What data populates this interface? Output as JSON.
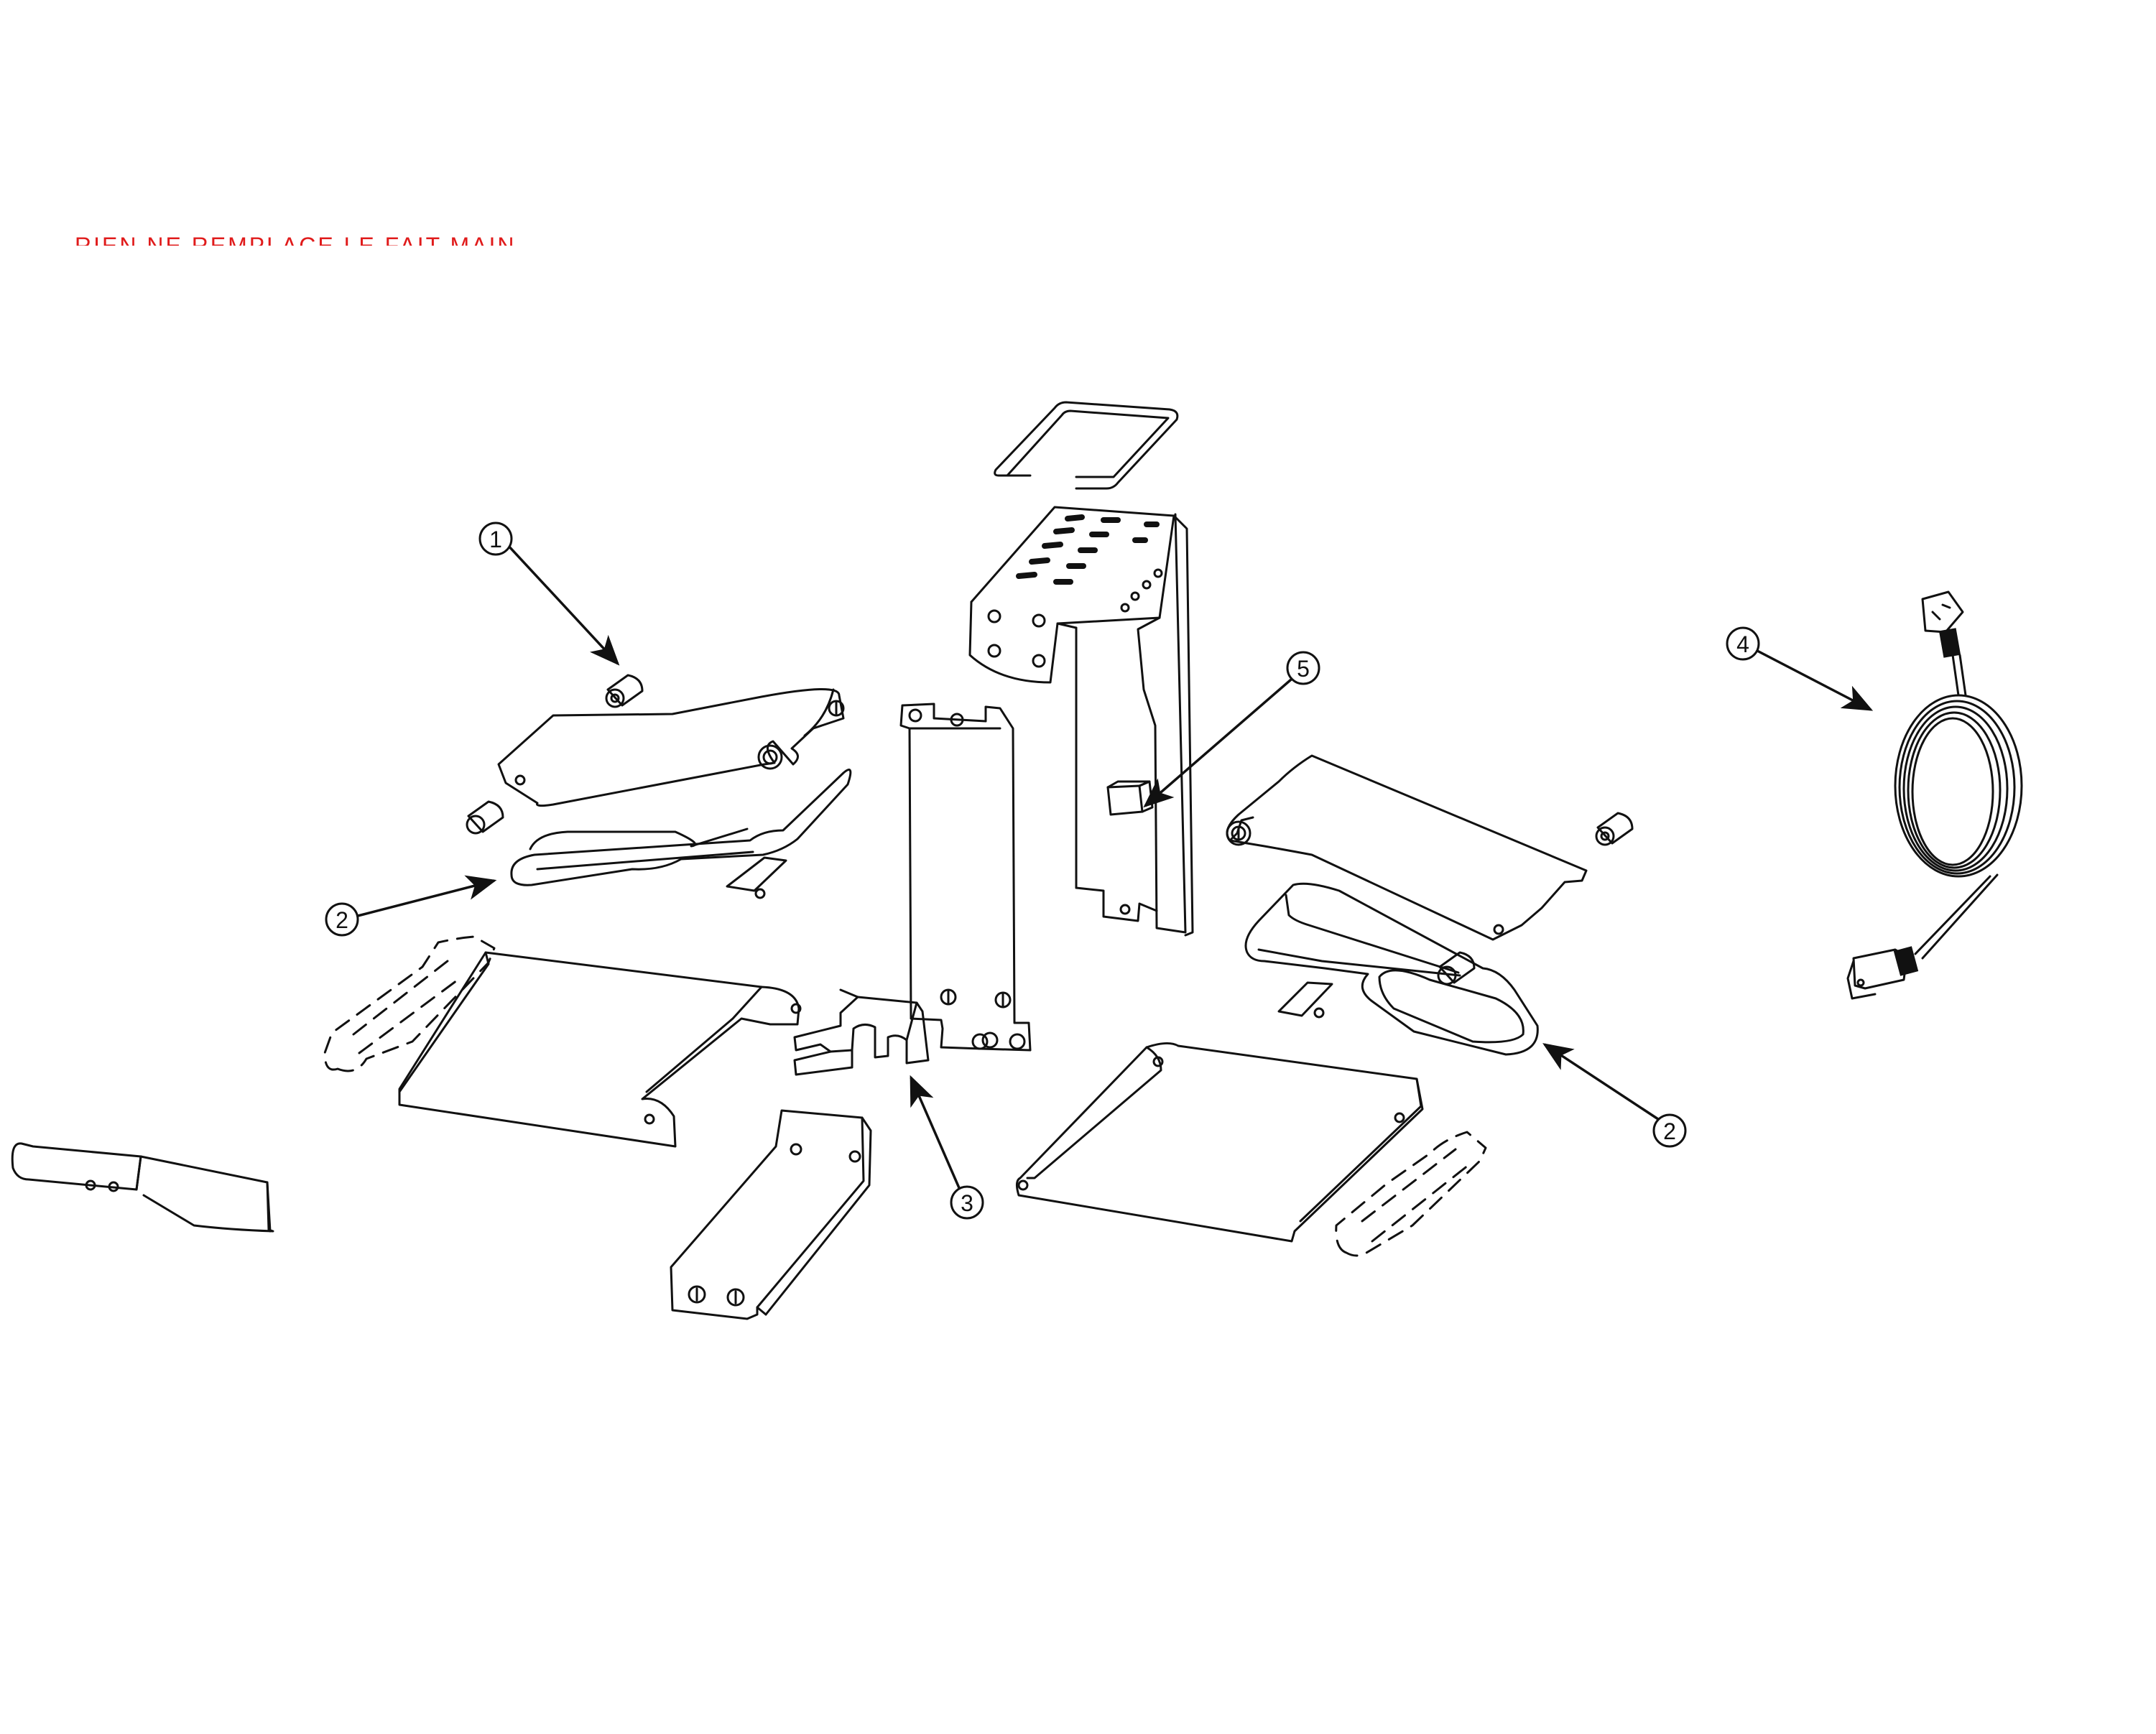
{
  "header": {
    "text": "RIEN NE REMPLACE LE FAIT MAIN"
  },
  "callouts": [
    {
      "id": "callout-1",
      "label": "1",
      "target": "knob-left"
    },
    {
      "id": "callout-2a",
      "label": "2",
      "target": "heating-element-left"
    },
    {
      "id": "callout-2b",
      "label": "2",
      "target": "heating-element-right"
    },
    {
      "id": "callout-3",
      "label": "3",
      "target": "bracket-center"
    },
    {
      "id": "callout-4",
      "label": "4",
      "target": "power-cord"
    },
    {
      "id": "callout-5",
      "label": "5",
      "target": "switch-center"
    }
  ],
  "colors": {
    "line": "#111111",
    "header": "#e01b1b",
    "background": "#ffffff"
  }
}
